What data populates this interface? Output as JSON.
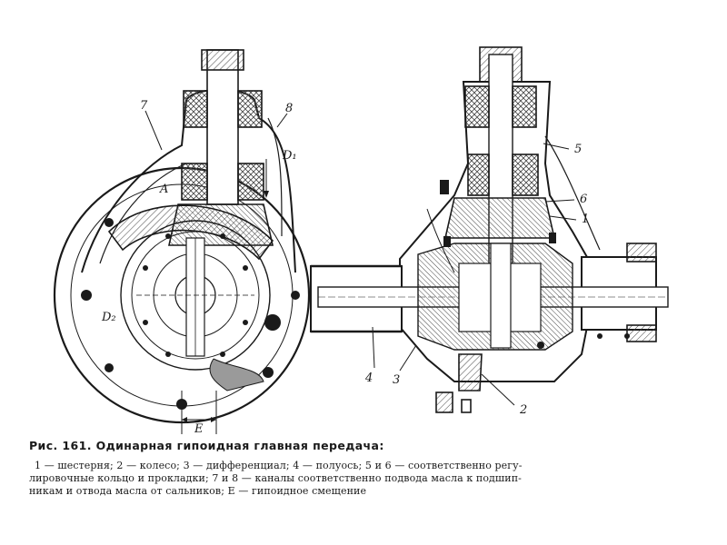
{
  "figure": {
    "title": "Рис. 161. Одинарная гипоидная главная передача:",
    "caption_lines": [
      "1 — шестерня; 2 — колесо; 3 — дифференциал; 4 — полуось; 5 и 6 — соответственно регу-",
      "лировочные кольцо и прокладки; 7 и 8 — каналы соответственно подвода масла к подшип-",
      "никам и отвода масла от сальников; E — гипоидное смещение"
    ]
  },
  "left_view": {
    "labels": {
      "oil_in_channel": "7",
      "oil_out_channel": "8",
      "dimension_d1": "D₁",
      "dimension_d2": "D₂",
      "cavity_a": "A",
      "hypoid_offset": "E"
    }
  },
  "right_view": {
    "labels": {
      "adjusting_ring": "5",
      "shims": "6",
      "pinion": "1",
      "ring_gear": "2",
      "differential": "3",
      "half_shaft": "4"
    }
  },
  "colors": {
    "ink": "#1a1a1a",
    "hatch": "#555555",
    "paper": "#ffffff",
    "shade": "#9a9a9a"
  }
}
